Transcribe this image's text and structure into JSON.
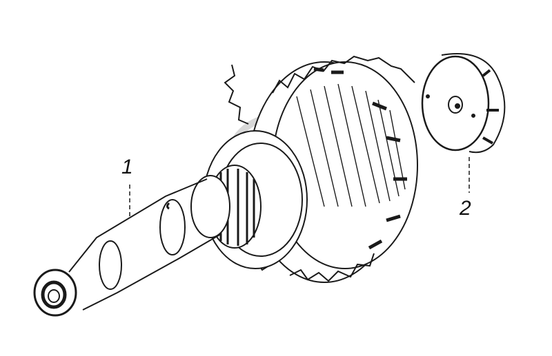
{
  "diagram": {
    "callouts": [
      {
        "id": "1",
        "label": "1",
        "part": "shaft-with-gear-assembly"
      },
      {
        "id": "2",
        "label": "2",
        "part": "end-cap-washer"
      }
    ],
    "line_color": "#1a1a1a",
    "watermark_color": "#d6d6d6"
  }
}
